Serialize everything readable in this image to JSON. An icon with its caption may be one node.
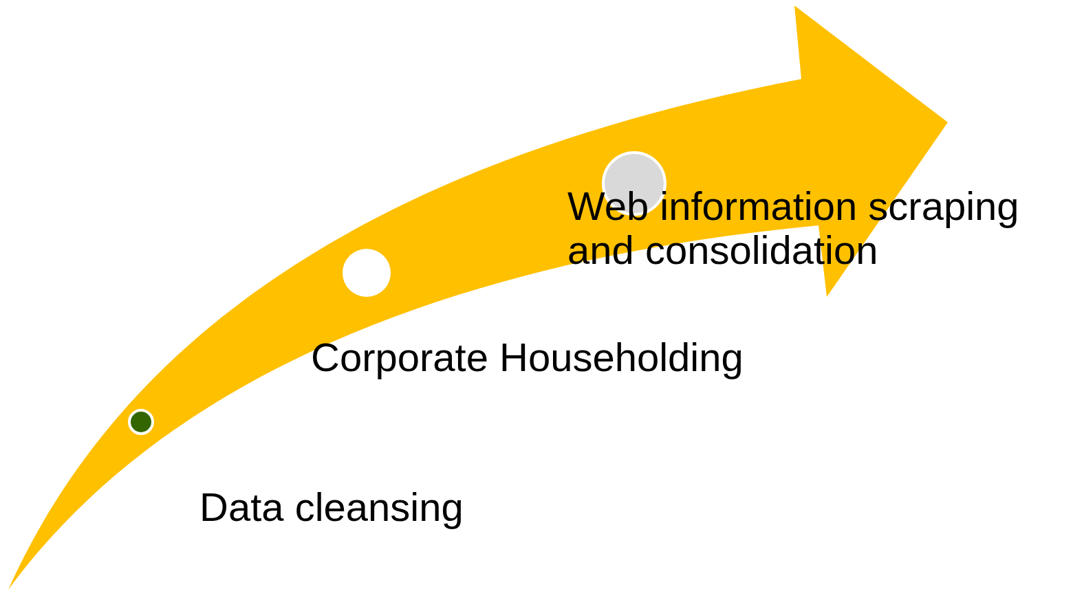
{
  "diagram": {
    "nodes": [
      {
        "text": [],
        "shape": "circle",
        "beside": [
          "Data cleansing"
        ]
      },
      {
        "text": [],
        "shape": "circle",
        "beside": [
          "Corporate Householding"
        ]
      },
      {
        "text": [],
        "shape": "circle",
        "beside": [
          "Web information scraping and consolidation"
        ]
      }
    ]
  }
}
